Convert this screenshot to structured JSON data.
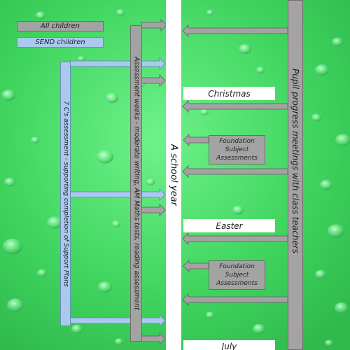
{
  "legend": {
    "all_children": "All children",
    "send_children": "SEND children"
  },
  "columns": {
    "send_column": "7 C's assessment - supporting completion of Support Plans",
    "assessment_column": "Assessment weeks - moderate writing, AM Maths tests, reading assessment",
    "school_year": "A school year",
    "pupil_progress": "Pupil progress meetings with class teachers"
  },
  "terms": {
    "christmas": "Christmas",
    "easter": "Easter",
    "july": "July"
  },
  "foundation_boxes": [
    "Foundation Subject Assessments",
    "Foundation Subject Assessments"
  ],
  "colors": {
    "background": "#4fd76a",
    "all_children": "#a3a3a3",
    "send_children": "#a9c9ee",
    "band": "#ffffff"
  }
}
